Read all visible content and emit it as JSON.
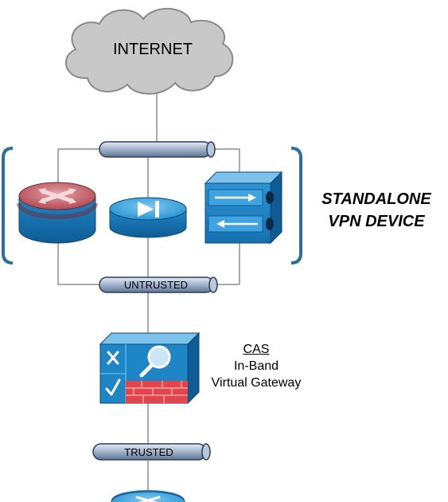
{
  "cloud": {
    "label": "INTERNET"
  },
  "segments": {
    "top": "",
    "untrusted": "UNTRUSTED",
    "trusted": "TRUSTED"
  },
  "vpn_group": {
    "title_line1": "STANDALONE",
    "title_line2": "VPN DEVICE"
  },
  "cas": {
    "title": "CAS",
    "line2": "In-Band",
    "line3": "Virtual Gateway"
  },
  "colors": {
    "cloud": "#c8c8c8",
    "pipe": "#a9b9d0",
    "router_top": "#b9505a",
    "device_blue": "#1a7fc0",
    "bracket": "#2b6f9a",
    "firewall_red": "#e0464c"
  },
  "icons": [
    "cloud-icon",
    "router-icon",
    "vpn-concentrator-icon",
    "vpn-switch-icon",
    "cas-gateway-icon"
  ]
}
